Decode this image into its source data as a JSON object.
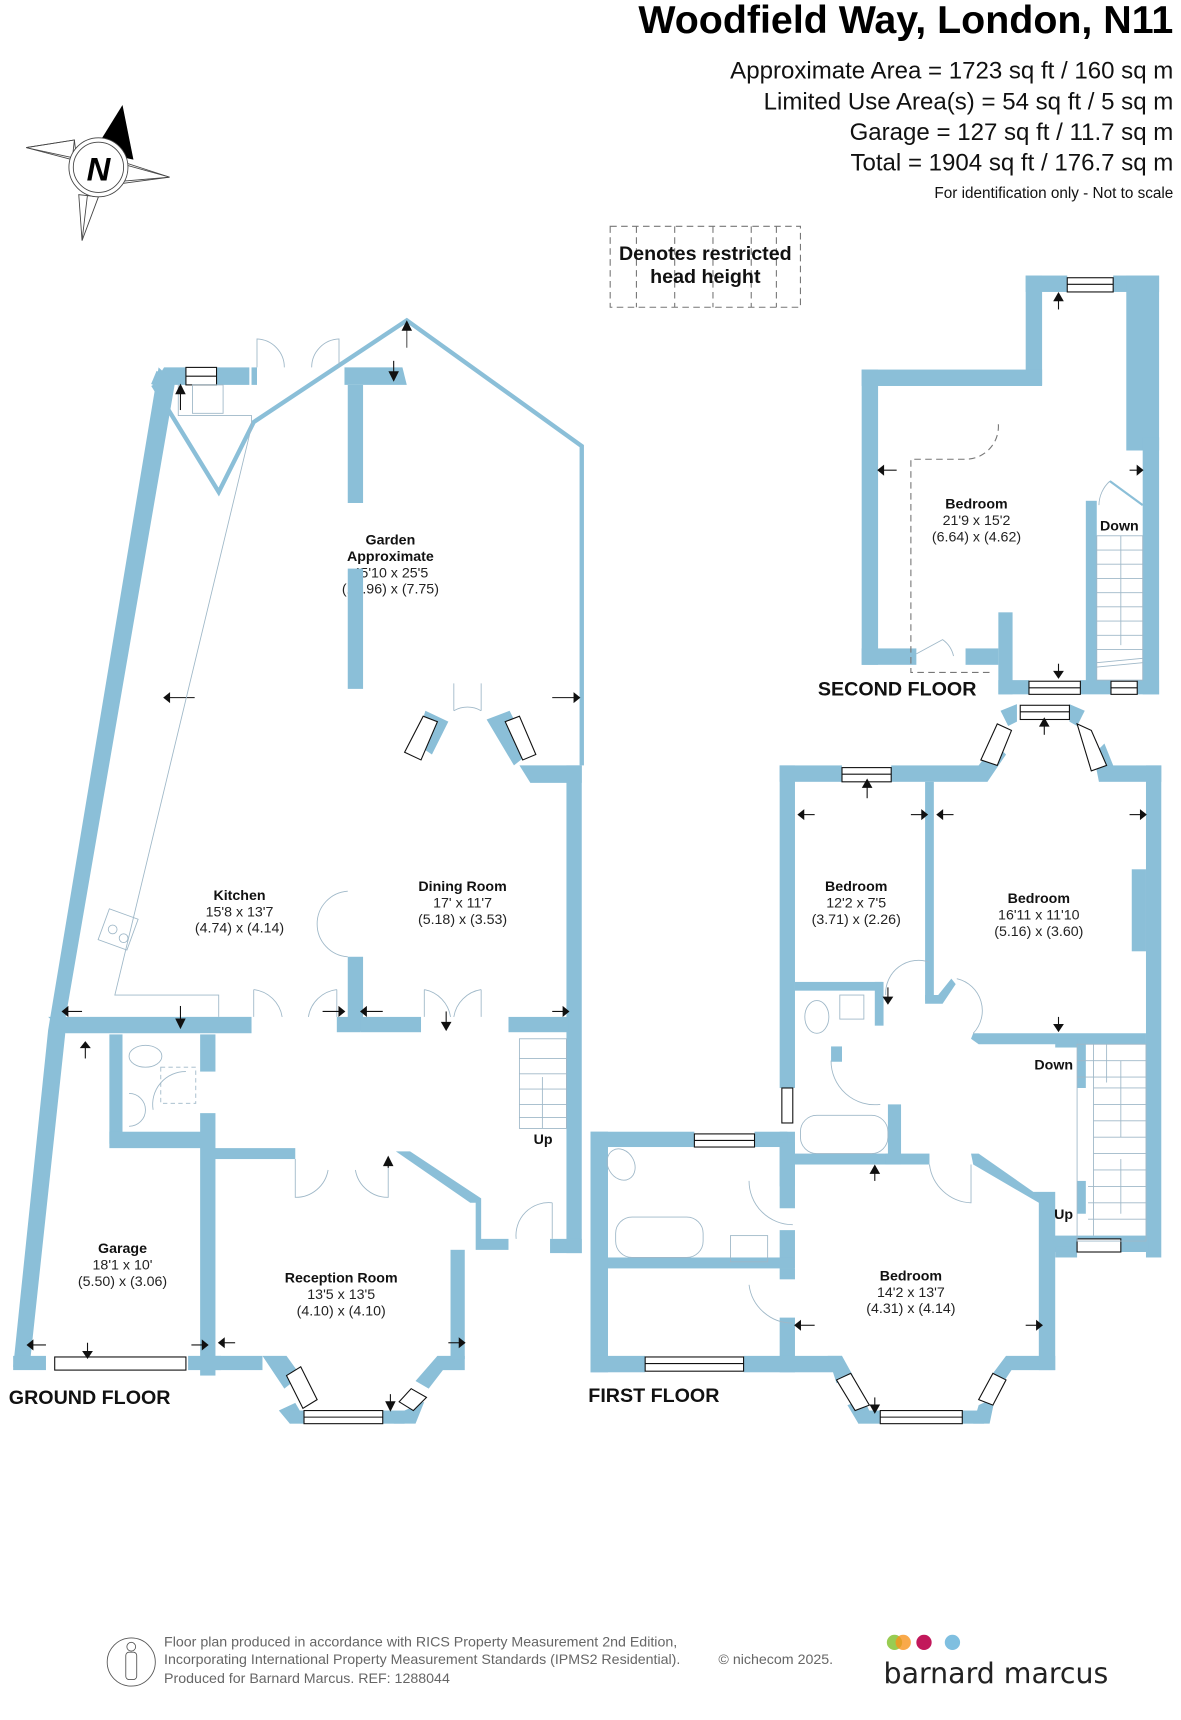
{
  "header": {
    "title": "Woodfield Way, London, N11",
    "areas": [
      "Approximate Area = 1723 sq ft / 160 sq m",
      "Limited Use Area(s) = 54 sq ft / 5 sq m",
      "Garage = 127 sq ft / 11.7 sq m",
      "Total = 1904 sq ft / 176.7 sq m"
    ],
    "disclaimer": "For identification only - Not to scale"
  },
  "compass": {
    "label": "N",
    "icon": "north-compass-icon"
  },
  "legend": {
    "line1": "Denotes restricted",
    "line2": "head height"
  },
  "colors": {
    "wall": "#8bbfd8",
    "fixture": "#9fb8c8",
    "brand_dots": [
      "#8dc63f",
      "#f7941d",
      "#c2185b",
      "#7fbfe0"
    ]
  },
  "floors": {
    "ground": {
      "label": "GROUND FLOOR",
      "rooms": {
        "garden": {
          "name": "Garden",
          "name2": "Approximate",
          "imperial": "45'10 x 25'5",
          "metric": "(13.96) x (7.75)"
        },
        "kitchen": {
          "name": "Kitchen",
          "imperial": "15'8 x 13'7",
          "metric": "(4.74) x (4.14)"
        },
        "dining": {
          "name": "Dining Room",
          "imperial": "17' x 11'7",
          "metric": "(5.18) x (3.53)"
        },
        "garage": {
          "name": "Garage",
          "imperial": "18'1 x 10'",
          "metric": "(5.50) x (3.06)"
        },
        "reception": {
          "name": "Reception Room",
          "imperial": "13'5 x 13'5",
          "metric": "(4.10) x (4.10)"
        }
      },
      "stairs_label": "Up"
    },
    "first": {
      "label": "FIRST FLOOR",
      "rooms": {
        "bedroom_small": {
          "name": "Bedroom",
          "imperial": "12'2 x 7'5",
          "metric": "(3.71) x (2.26)"
        },
        "bedroom_rear": {
          "name": "Bedroom",
          "imperial": "16'11 x 11'10",
          "metric": "(5.16) x (3.60)"
        },
        "bedroom_front": {
          "name": "Bedroom",
          "imperial": "14'2 x 13'7",
          "metric": "(4.31) x (4.14)"
        }
      },
      "stairs_down": "Down",
      "stairs_up": "Up"
    },
    "second": {
      "label": "SECOND FLOOR",
      "rooms": {
        "bedroom": {
          "name": "Bedroom",
          "imperial": "21'9 x 15'2",
          "metric": "(6.64) x (4.62)"
        }
      },
      "stairs_label": "Down"
    }
  },
  "footer": {
    "line1": "Floor plan produced in accordance with RICS Property Measurement 2nd Edition,",
    "line2": "Incorporating International Property Measurement Standards (IPMS2 Residential).",
    "line3": "Produced for Barnard Marcus.   REF:  1288044",
    "copyright": "© nichecom 2025.",
    "brand": "barnard marcus"
  }
}
